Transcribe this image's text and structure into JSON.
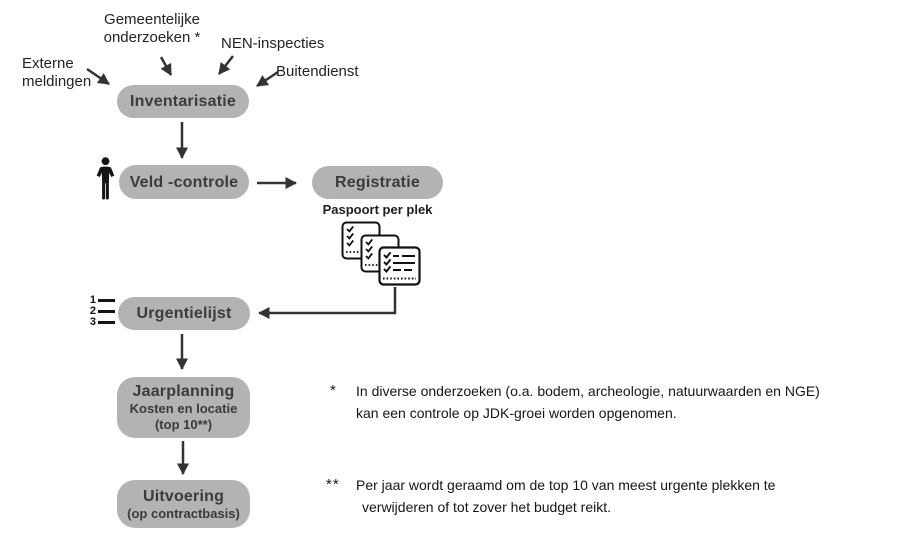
{
  "colors": {
    "pill_bg": "#b3b3b3",
    "pill_text": "#3b3b3b",
    "arrow": "#333333",
    "label_text": "#232323",
    "background": "#ffffff"
  },
  "sources": {
    "gemeentelijke": {
      "line1": "Gemeentelijke",
      "line2": "onderzoeken *"
    },
    "nen": {
      "label": "NEN-inspecties"
    },
    "externe": {
      "line1": "Externe",
      "line2": "meldingen"
    },
    "buitendienst": {
      "label": "Buitendienst"
    }
  },
  "nodes": {
    "inventarisatie": {
      "label": "Inventarisatie"
    },
    "veld_controle": {
      "label": "Veld -controle"
    },
    "registratie": {
      "label": "Registratie",
      "caption": "Paspoort per plek"
    },
    "urgentielijst": {
      "label": "Urgentielijst"
    },
    "jaarplanning": {
      "title": "Jaarplanning",
      "subtitle1": "Kosten en locatie",
      "subtitle2": "(top 10**)"
    },
    "uitvoering": {
      "title": "Uitvoering",
      "subtitle": "(op contractbasis)"
    }
  },
  "icons": {
    "person": "person-icon",
    "documents": "checklist-documents-icon",
    "numbered_list": {
      "items": [
        "1",
        "2",
        "3"
      ]
    }
  },
  "footnotes": [
    {
      "marker": "*",
      "line1": "In diverse onderzoeken (o.a. bodem, archeologie, natuurwaarden en NGE)",
      "line2": "kan een controle op JDK-groei worden opgenomen."
    },
    {
      "marker": "**",
      "line1": "Per jaar wordt geraamd om de top 10 van meest urgente plekken te",
      "line2": "verwijderen of tot zover het budget reikt."
    }
  ]
}
